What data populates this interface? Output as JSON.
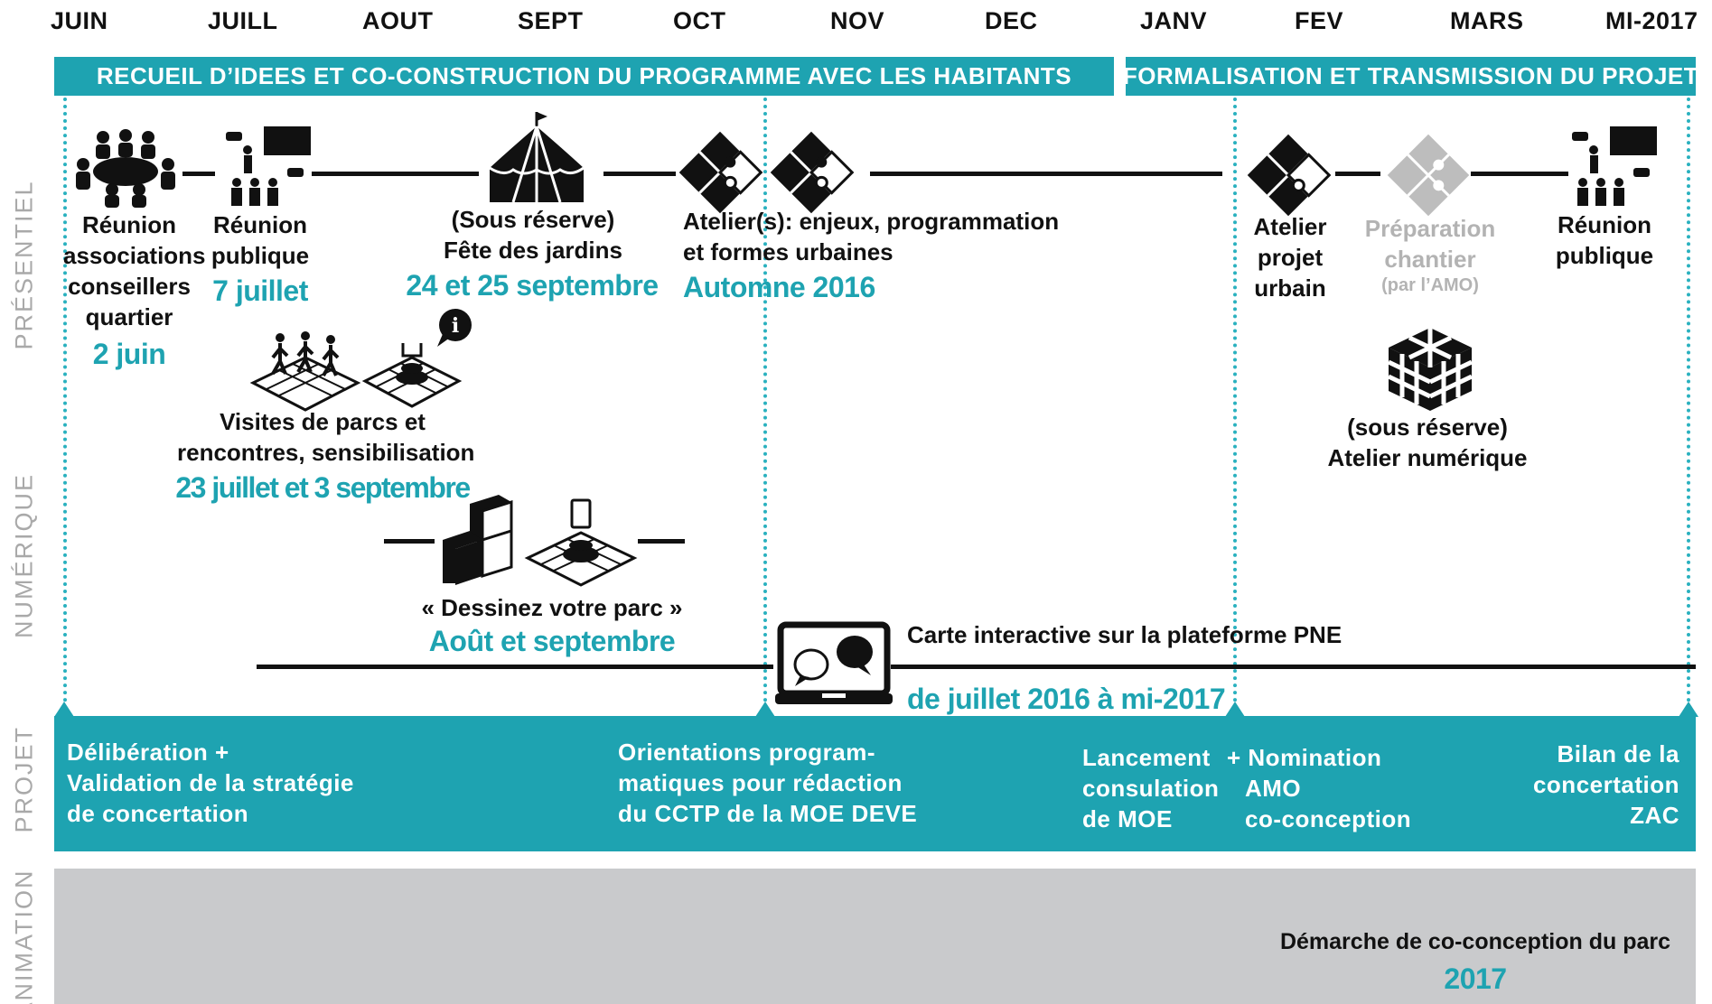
{
  "months": [
    "JUIN",
    "JUILL",
    "AOUT",
    "SEPT",
    "OCT",
    "NOV",
    "DEC",
    "JANV",
    "FEV",
    "MARS",
    "MI-2017"
  ],
  "banners": {
    "left": "RECUEIL D’IDEES ET CO-CONSTRUCTION DU PROGRAMME AVEC LES HABITANTS",
    "right": "FORMALISATION ET TRANSMISSION DU PROJET"
  },
  "rows": {
    "presentiel": "PRÉSENTIEL",
    "numerique": "NUMÉRIQUE",
    "projet": "PROJET",
    "animation": "ANIMATION"
  },
  "events": {
    "reunion_assoc": {
      "line1": "Réunion",
      "line2": "associations",
      "line3": "conseillers",
      "line4": "quartier",
      "date": "2 juin"
    },
    "reunion_pub1": {
      "line1": "Réunion",
      "line2": "publique",
      "date": "7 juillet"
    },
    "fete": {
      "line1": "(Sous réserve)",
      "line2": "Fête des jardins",
      "date": "24 et 25 septembre"
    },
    "ateliers": {
      "line1": "Atelier(s): enjeux, programmation",
      "line2": "et formes urbaines",
      "date": "Automne 2016"
    },
    "atelier_projet": {
      "line1": "Atelier",
      "line2": "projet",
      "line3": "urbain"
    },
    "preparation": {
      "line1": "Préparation",
      "line2": "chantier",
      "line3": "(par l’AMO)"
    },
    "reunion_pub2": {
      "line1": "Réunion",
      "line2": "publique"
    },
    "visites": {
      "line1": "Visites de parcs et",
      "line2": "rencontres, sensibilisation",
      "date": "23 juillet et 3 septembre"
    },
    "atelier_num": {
      "line1": "(sous réserve)",
      "line2": "Atelier numérique"
    },
    "dessinez": {
      "line1": "« Dessinez votre parc »",
      "date": "Août et septembre"
    },
    "carte": {
      "line1": "Carte interactive sur la plateforme PNE",
      "date": "de juillet 2016 à mi-2017"
    }
  },
  "projet": {
    "p1": {
      "line1": "Délibération +",
      "line2": "Validation de la stratégie",
      "line3": "de concertation"
    },
    "p2": {
      "line1": "Orientations program-",
      "line2": "matiques pour rédaction",
      "line3": "du CCTP de la MOE DEVE"
    },
    "p3": {
      "line1": "Lancement",
      "line2": "consulation",
      "line3": "de MOE"
    },
    "p4": {
      "line1": "+ Nomination",
      "line2": "AMO",
      "line3": "co-conception"
    },
    "p5": {
      "line1": "Bilan de la",
      "line2": "concertation",
      "line3": "ZAC"
    }
  },
  "animation": {
    "line1": "Démarche de co-conception du parc",
    "date": "2017"
  },
  "colors": {
    "teal": "#1ea3b1",
    "grey_band": "#c9cacc",
    "black": "#111111",
    "grey_text": "#b3b3b3"
  }
}
